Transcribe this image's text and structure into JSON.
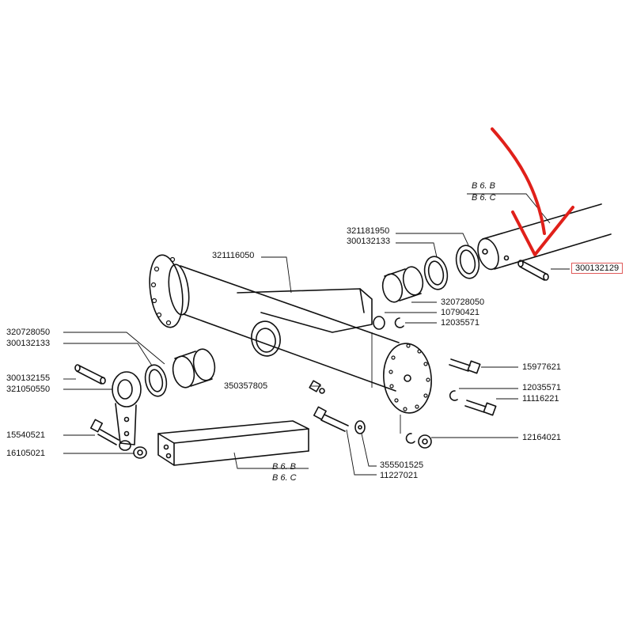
{
  "colors": {
    "arrow": "#e0201a",
    "highlight_box": "#e05a5a",
    "line": "#111111"
  },
  "labels": {
    "p321116050": "321116050",
    "p321181950": "321181950",
    "p300132133_top": "300132133",
    "p300132129": "300132129",
    "p320728050_right": "320728050",
    "p10790421": "10790421",
    "p12035571_top": "12035571",
    "p320728050_left": "320728050",
    "p300132133_left": "300132133",
    "p300132155": "300132155",
    "p321050550": "321050550",
    "p350357805": "350357805",
    "p15977621": "15977621",
    "p12035571_bottom": "12035571",
    "p11116221": "11116221",
    "p12164021": "12164021",
    "p15540521": "15540521",
    "p16105021": "16105021",
    "p355501525": "355501525",
    "p11227021": "11227021"
  },
  "variant_tags": {
    "top_line1": "В 6. В",
    "top_line2": "В 6. С",
    "bottom_line1": "В 6. В",
    "bottom_line2": "В 6. С"
  },
  "highlighted_part": "300132129"
}
